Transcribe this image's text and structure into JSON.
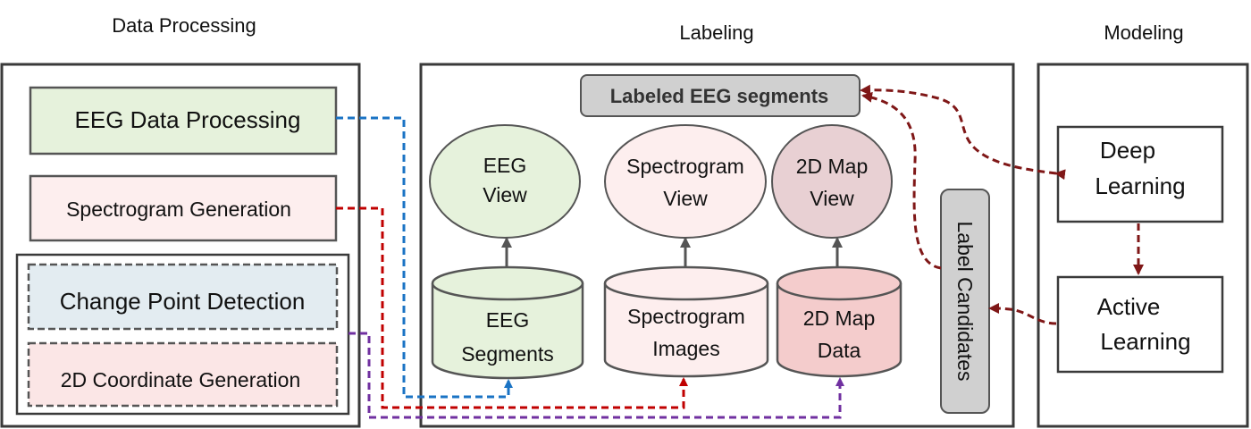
{
  "sections": {
    "data_processing": "Data Processing",
    "labeling": "Labeling",
    "modeling": "Modeling"
  },
  "processing": {
    "eeg_data_processing": "EEG Data Processing",
    "spectrogram_generation": "Spectrogram Generation",
    "change_point_detection": "Change Point Detection",
    "coordinate_generation": "2D Coordinate Generation"
  },
  "labeling": {
    "labeled_segments": "Labeled EEG segments",
    "label_candidates": "Label Candidates",
    "views": {
      "eeg": [
        "EEG",
        "View"
      ],
      "spectrogram": [
        "Spectrogram",
        "View"
      ],
      "map": [
        "2D Map",
        "View"
      ]
    },
    "stores": {
      "eeg": [
        "EEG",
        "Segments"
      ],
      "spectrogram": [
        "Spectrogram",
        "Images"
      ],
      "map": [
        "2D Map",
        "Data"
      ]
    }
  },
  "modeling": {
    "deep_learning": [
      "Deep",
      "Learning"
    ],
    "active_learning": [
      "Active",
      "Learning"
    ]
  },
  "colors": {
    "eeg_green": "#e6f2dc",
    "spectrogram_pink": "#fdeeee",
    "map_view": "#e8d0d3",
    "map_store": "#f4cccc",
    "change_point": "#e3ecf1",
    "coordinate": "#fbe6e6",
    "tag_gray": "#d0d0d0",
    "blue_arrow": "#1a73c4",
    "red_arrow": "#c00000",
    "purple_arrow": "#7030a0",
    "dark_red_arrow": "#7f1717"
  }
}
